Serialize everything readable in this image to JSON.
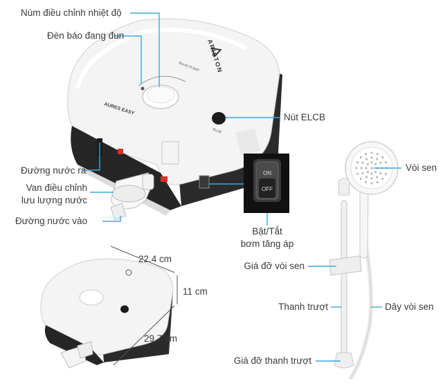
{
  "colors": {
    "leader": "#3aa7e0",
    "body_white": "#f4f4f4",
    "body_dark": "#2b2b2b",
    "switch_black": "#1c1c1c"
  },
  "heater": {
    "brand": "ARISTON",
    "model": "AURES EASY",
    "pump_label": "Boost PUMP",
    "elcb_label": "ELCB"
  },
  "switch_zoom": {
    "on_label": "ON",
    "off_label": "OFF"
  },
  "callouts": {
    "temperature_knob": "Núm điều chỉnh nhiệt độ",
    "heating_indicator": "Đèn báo đang đun",
    "elcb_button": "Nút ELCB",
    "water_outlet": "Đường nước ra",
    "flow_valve_line1": "Van điều chỉnh",
    "flow_valve_line2": "lưu lượng nước",
    "water_inlet": "Đường nước vào",
    "pump_switch_line1": "Bật/Tắt",
    "pump_switch_line2": "bơm tăng áp",
    "shower_head": "Vòi sen",
    "shower_holder": "Giá đỡ vòi sen",
    "slide_bar": "Thanh trượt",
    "shower_hose": "Dây vòi sen",
    "bar_holder": "Giá đỡ thanh trượt"
  },
  "dimensions": {
    "width": "22.4 cm",
    "depth": "11 cm",
    "height": "29.7 cm"
  }
}
